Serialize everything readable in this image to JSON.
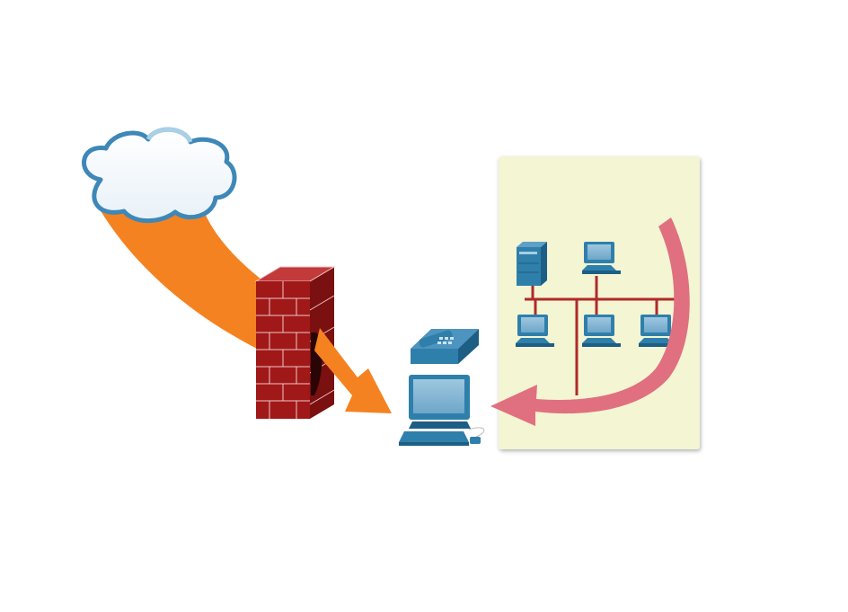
{
  "diagram": {
    "nodes": [
      {
        "id": "internet-cloud",
        "icon": "cloud-icon"
      },
      {
        "id": "firewall",
        "icon": "brick-wall-icon"
      },
      {
        "id": "ip-phone",
        "icon": "ip-phone-icon"
      },
      {
        "id": "workstation",
        "icon": "desktop-computer-icon"
      },
      {
        "id": "lan-zone",
        "icon": "network-zone"
      },
      {
        "id": "server",
        "icon": "server-icon"
      },
      {
        "id": "lan-pc-1",
        "icon": "pc-icon"
      },
      {
        "id": "lan-pc-2",
        "icon": "pc-icon"
      },
      {
        "id": "lan-pc-3",
        "icon": "pc-icon"
      },
      {
        "id": "lan-pc-4",
        "icon": "pc-icon"
      }
    ],
    "flows": [
      {
        "from": "internet-cloud",
        "to": "workstation",
        "through": "firewall",
        "color": "#f58220"
      },
      {
        "from": "lan-zone",
        "to": "workstation",
        "color": "#e07080"
      }
    ],
    "colors": {
      "flow_external": "#f58220",
      "flow_internal": "#e07080",
      "lan_zone_fill": "#f3f5d3",
      "lan_bus": "#b02a2a",
      "brick": "#a01818",
      "device_blue": "#2f7fab",
      "cloud_stroke": "#3d88b8"
    }
  }
}
